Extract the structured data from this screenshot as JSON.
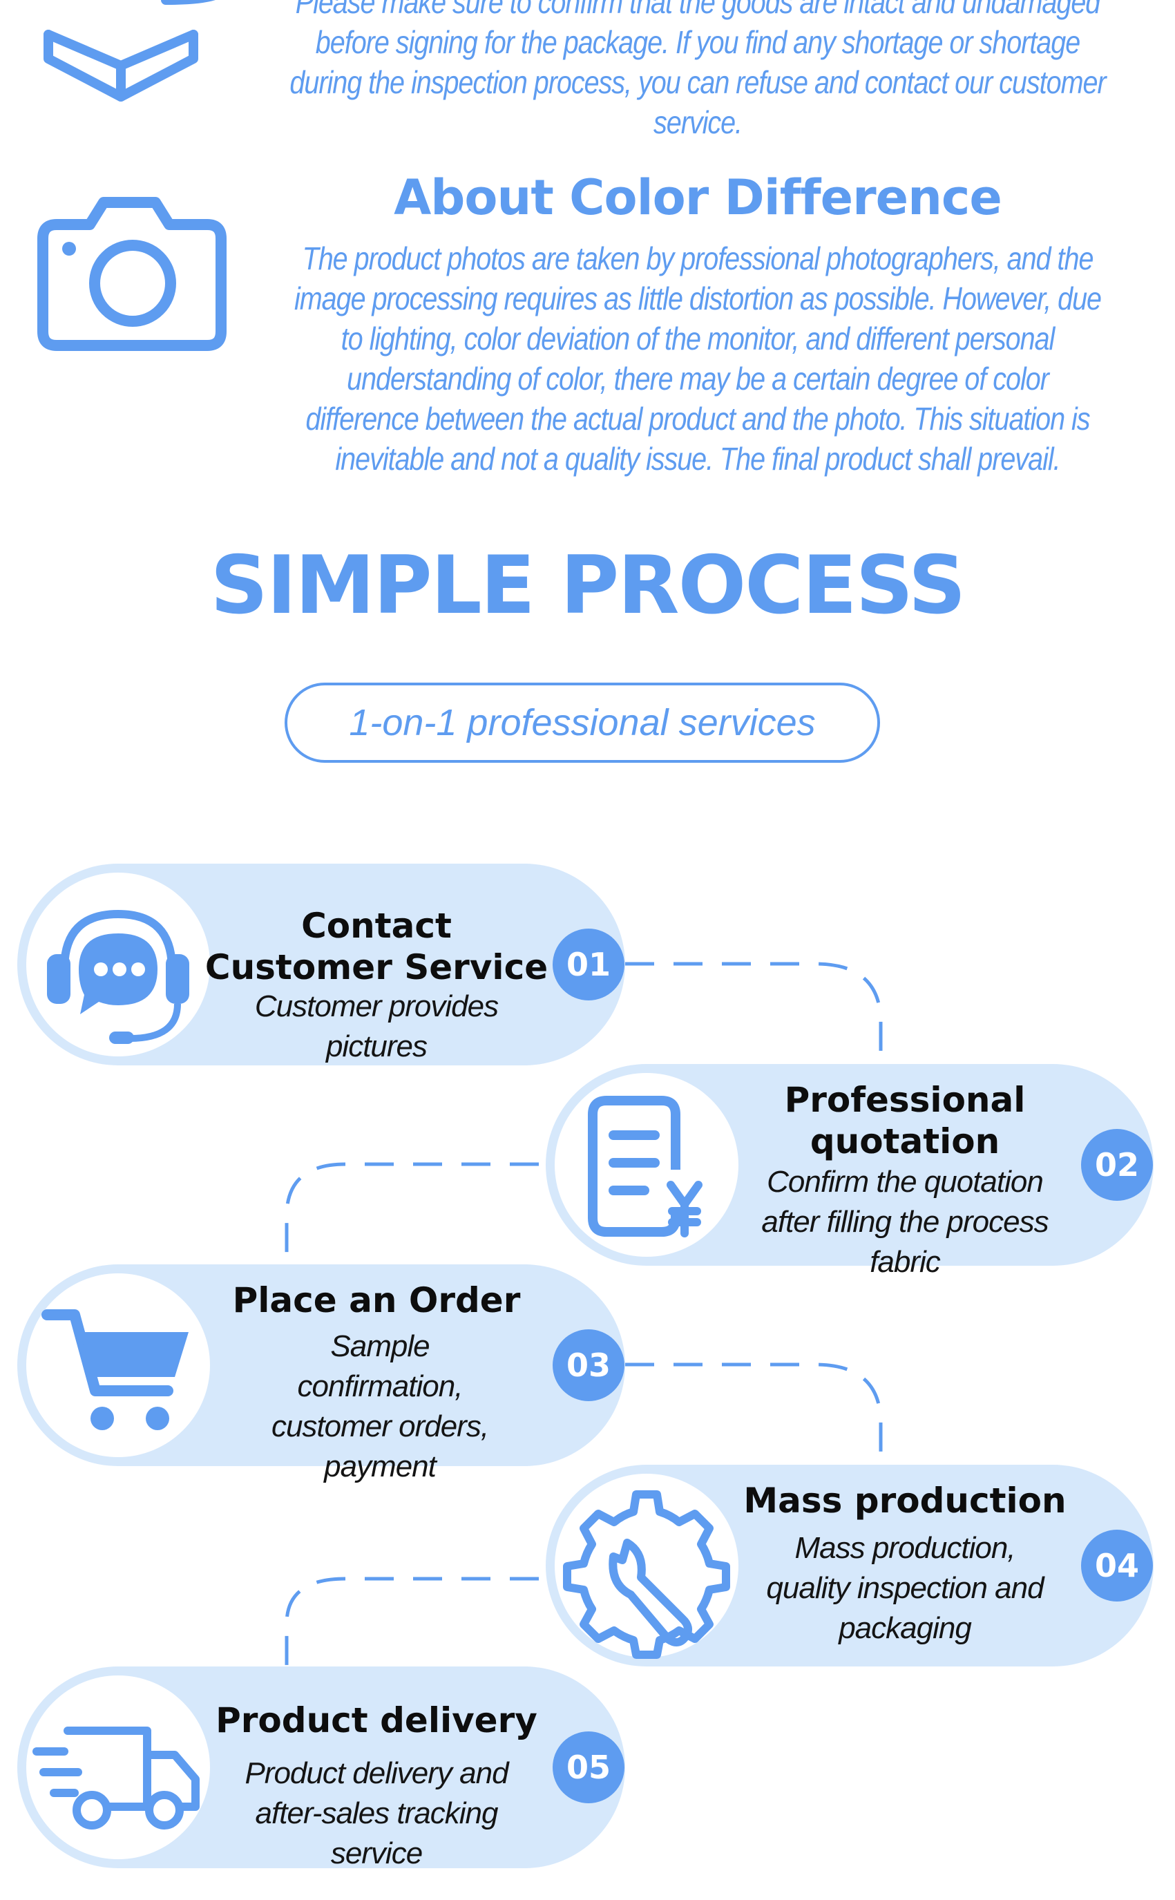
{
  "notices": [
    {
      "icon": "package-check-icon",
      "title": "",
      "text": "Please make sure to confirm that the goods are intact and undamaged before signing for the package. If you find any shortage or shortage during the inspection process, you can refuse and contact our customer service."
    },
    {
      "icon": "camera-icon",
      "title": "About Color Difference",
      "text": "The product photos are taken by professional photographers, and the image processing requires as little distortion as possible. However, due to lighting, color deviation of the monitor, and different personal understanding of color, there may be a certain degree of color difference between the actual product and the photo. This situation is inevitable and not a quality issue. The final product shall prevail."
    }
  ],
  "process": {
    "title": "SIMPLE PROCESS",
    "subtitle": "1-on-1 professional services",
    "steps": [
      {
        "number": "01",
        "title": "Contact Customer Service",
        "description": "Customer provides pictures",
        "icon": "customer-service-headset-icon"
      },
      {
        "number": "02",
        "title": "Professional quotation",
        "description": "Confirm the quotation after filling the process fabric",
        "icon": "quotation-document-yen-icon"
      },
      {
        "number": "03",
        "title": "Place an Order",
        "description": "Sample confirmation, customer orders, payment",
        "icon": "shopping-cart-icon"
      },
      {
        "number": "04",
        "title": "Mass production",
        "description": "Mass production, quality inspection and packaging",
        "icon": "gear-wrench-icon"
      },
      {
        "number": "05",
        "title": "Product delivery",
        "description": "Product delivery and after-sales tracking service",
        "icon": "delivery-truck-icon"
      }
    ]
  },
  "colors": {
    "accent": "#5e9cf0",
    "step_background": "#d6e8fb",
    "text_dark": "#141414"
  }
}
